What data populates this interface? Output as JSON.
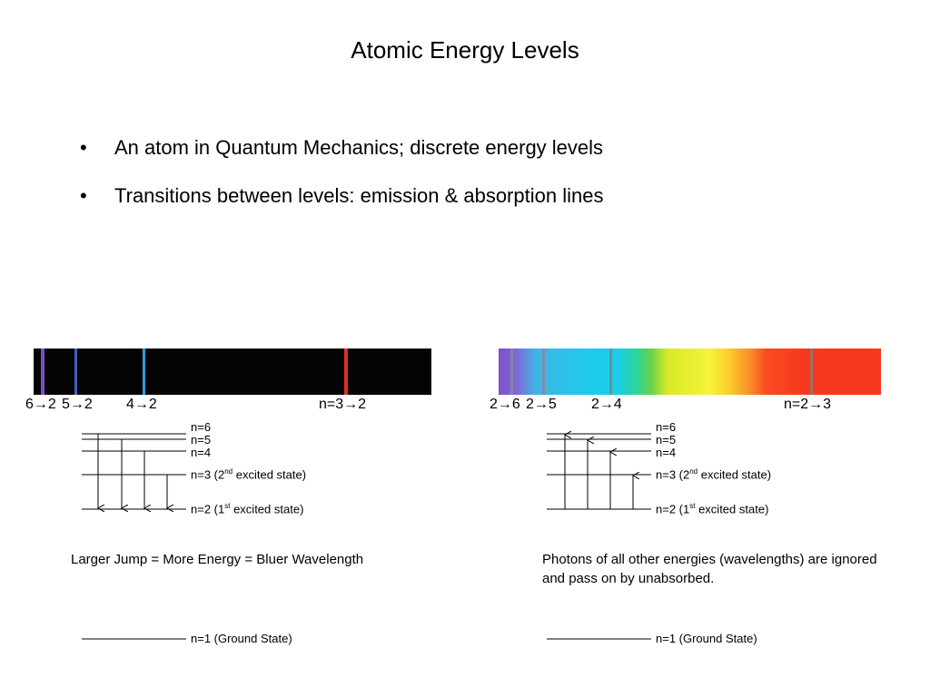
{
  "slide": {
    "title": "Atomic Energy Levels",
    "bullets": [
      "An atom in Quantum Mechanics; discrete energy levels",
      "Transitions between levels:  emission & absorption lines"
    ],
    "bullet_symbol": "•"
  },
  "emission": {
    "spectrum": {
      "background": "#050404",
      "lines": [
        {
          "color": "#7a4ec8",
          "label": "6→2"
        },
        {
          "color": "#3b62c4",
          "label": "5→2"
        },
        {
          "color": "#2aa0d8",
          "label": "4→2"
        },
        {
          "color": "#e03020",
          "label": "n=3→2"
        }
      ]
    },
    "levels": {
      "n6": "n=6",
      "n5": "n=5",
      "n4": "n=4",
      "n3_pre": "n=3 (2",
      "n3_sup": "nd",
      "n3_post": " excited state)",
      "n2_pre": "n=2 (1",
      "n2_sup": "st",
      "n2_post": " excited state)",
      "n1": "n=1 (Ground State)"
    },
    "caption": "Larger Jump = More Energy = Bluer Wavelength"
  },
  "absorption": {
    "spectrum": {
      "lines": [
        {
          "color": "#8a80a8",
          "label": "2→6"
        },
        {
          "color": "#8a8aa8",
          "label": "2→5"
        },
        {
          "color": "#6a8e96",
          "label": "2→4"
        },
        {
          "color": "#9a7068",
          "label": "n=2→3"
        }
      ]
    },
    "levels": {
      "n6": "n=6",
      "n5": "n=5",
      "n4": "n=4",
      "n3_pre": "n=3 (2",
      "n3_sup": "nd",
      "n3_post": " excited state)",
      "n2_pre": "n=2 (1",
      "n2_sup": "st",
      "n2_post": " excited state)",
      "n1": "n=1 (Ground State)"
    },
    "caption": "Photons of all other energies (wavelengths) are ignored and pass on by unabsorbed."
  }
}
